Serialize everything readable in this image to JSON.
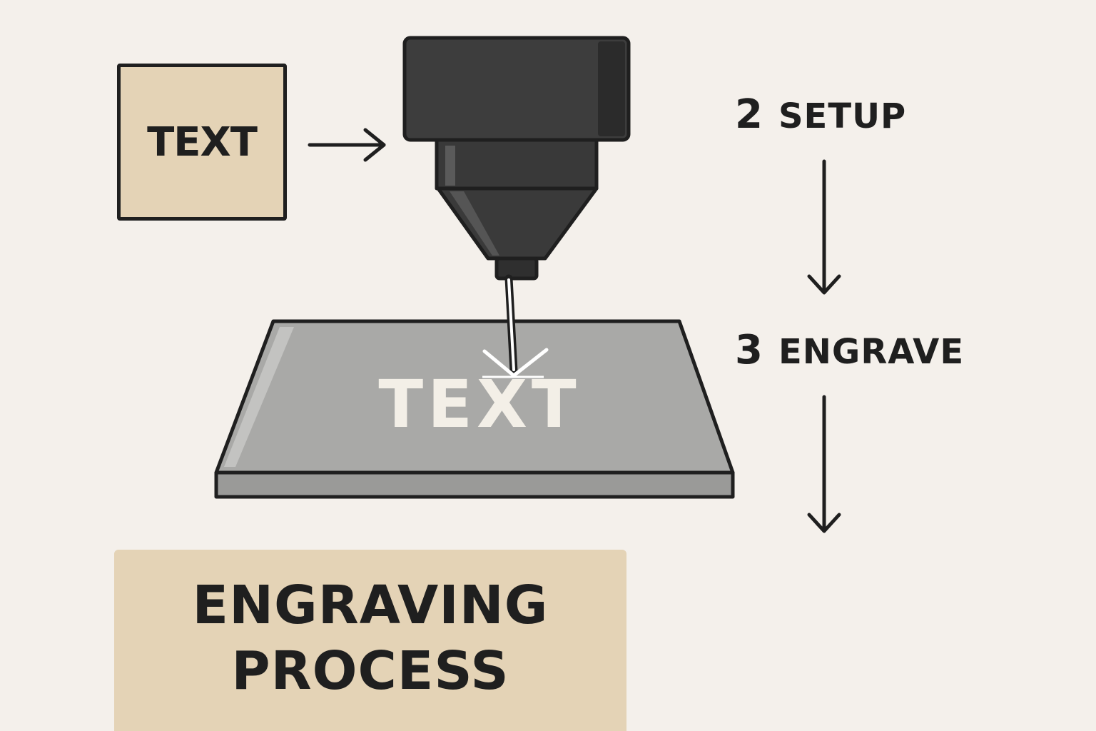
{
  "input_text": "TEXT",
  "engraved_text": "TEXT",
  "steps": [
    {
      "number": "2",
      "label": "SETUP"
    },
    {
      "number": "3",
      "label": "ENGRAVE"
    }
  ],
  "title": {
    "line1": "ENGRAVING",
    "line2": "PROCESS"
  },
  "colors": {
    "background": "#f4f0eb",
    "accent_box": "#e4d3b6",
    "ink": "#1f1f1f",
    "laser_head": "#3a3a3a",
    "plate": "#a8a8a6",
    "engraved_text": "#f3efe7"
  }
}
